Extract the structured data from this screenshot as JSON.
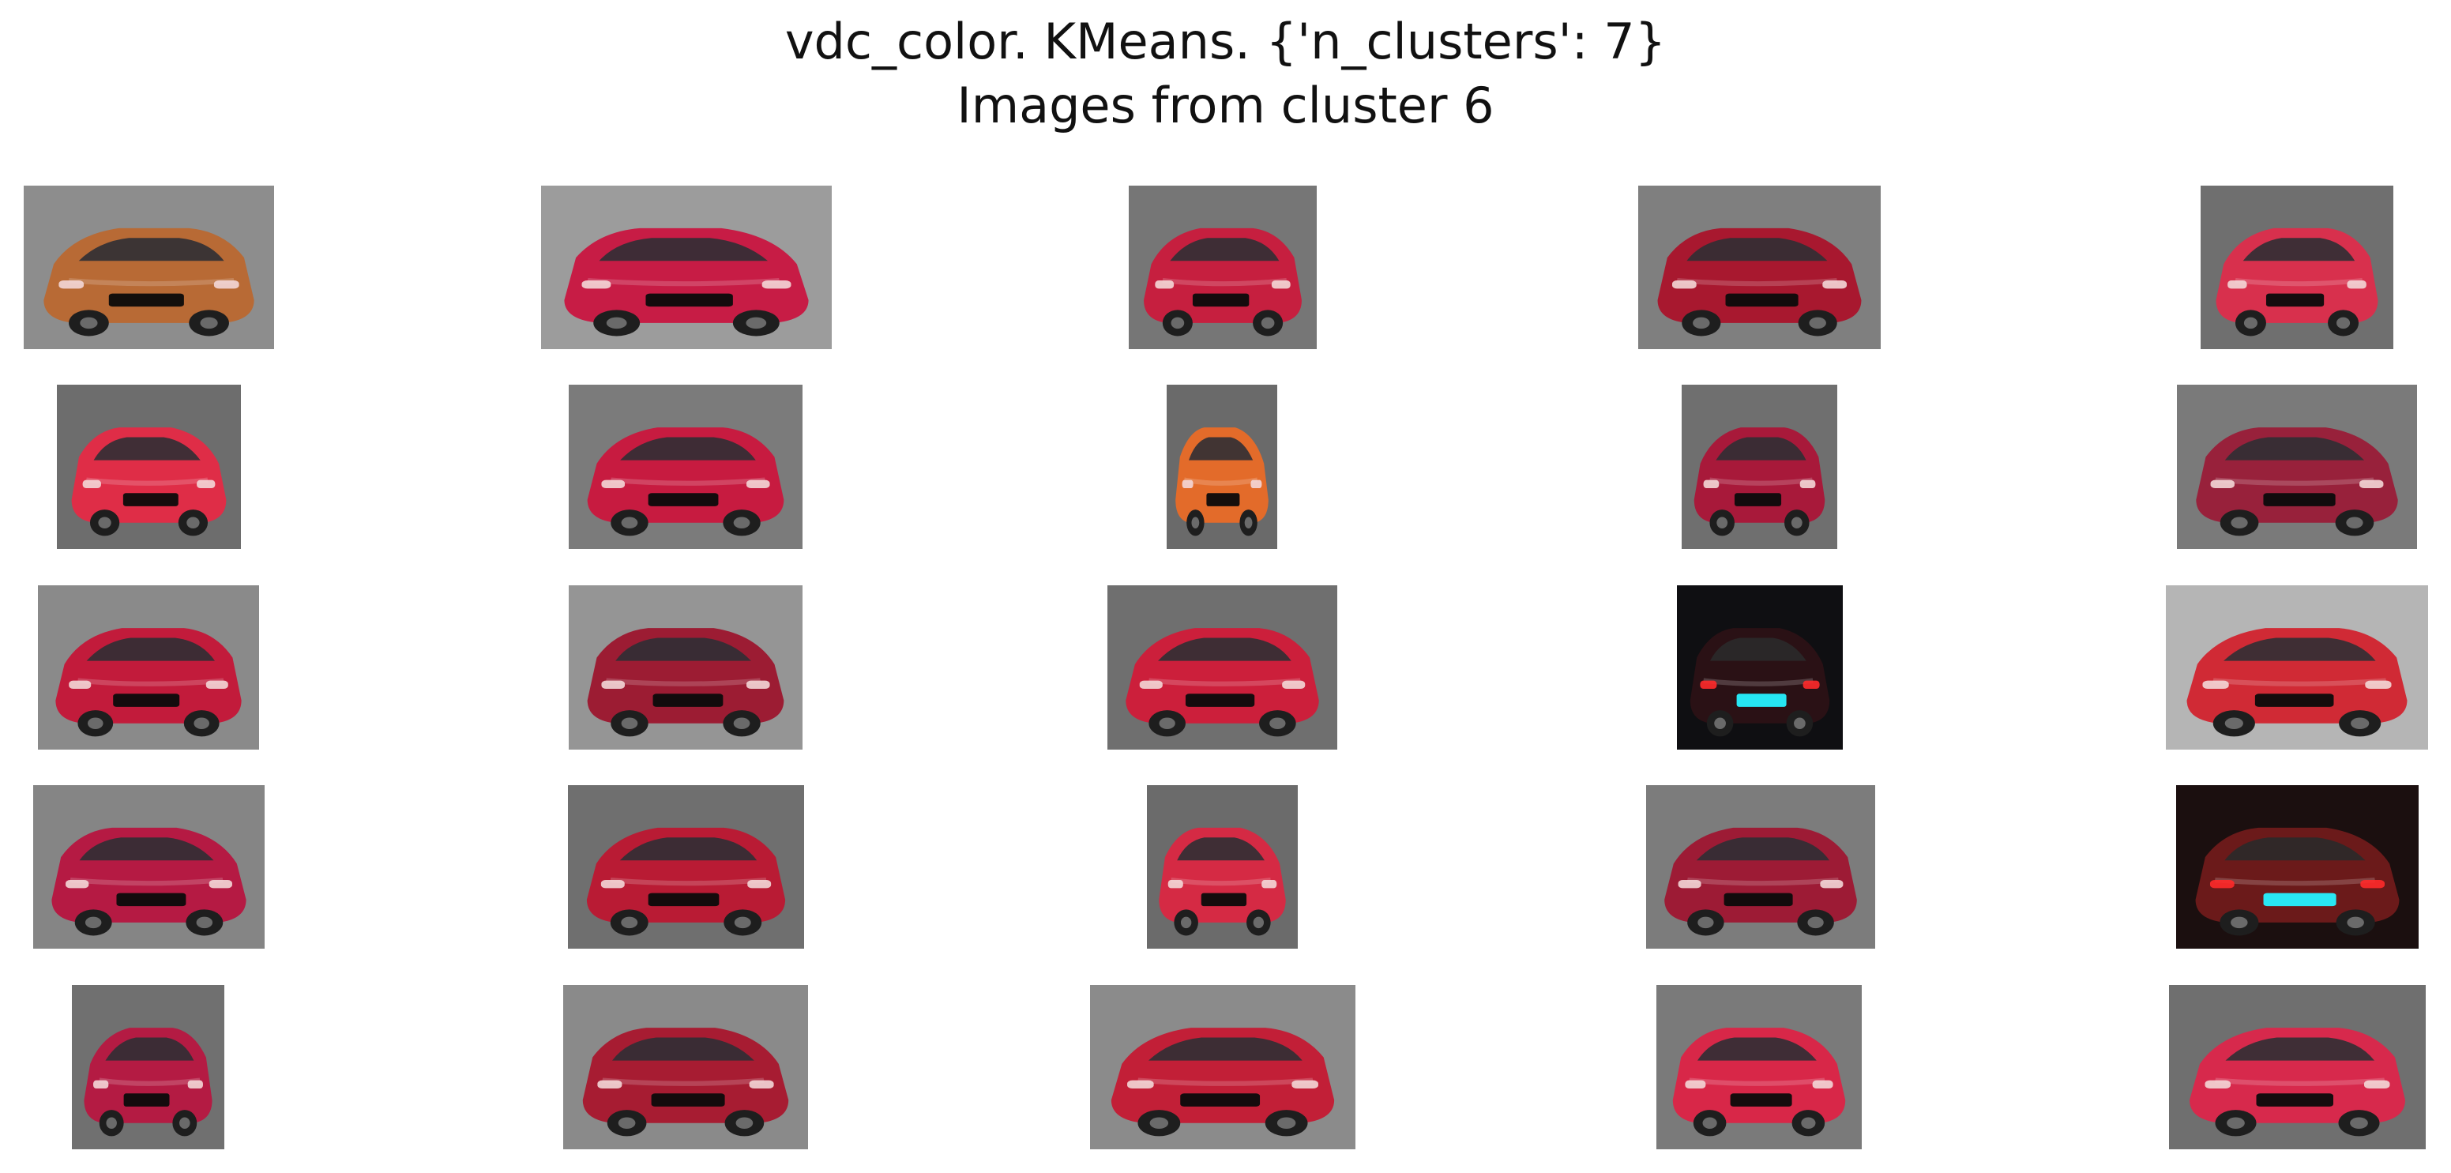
{
  "figure": {
    "title_line_1": "vdc_color. KMeans. {'n_clusters': 7}",
    "title_line_2": "Images from cluster 6"
  },
  "grid": {
    "rows": 5,
    "cols": 5,
    "images": [
      {
        "body": "#b86a35",
        "bg": "#8d8d8d",
        "icon": "car-photo-icon"
      },
      {
        "body": "#c71c45",
        "bg": "#9c9c9c",
        "icon": "car-photo-icon"
      },
      {
        "body": "#c61f3f",
        "bg": "#767676",
        "icon": "car-photo-icon"
      },
      {
        "body": "#a8182f",
        "bg": "#7f7f7f",
        "icon": "car-photo-icon"
      },
      {
        "body": "#d8304d",
        "bg": "#6f6f6f",
        "icon": "car-photo-icon"
      },
      {
        "body": "#df2d47",
        "bg": "#6d6d6d",
        "icon": "car-photo-icon"
      },
      {
        "body": "#c71b40",
        "bg": "#7b7b7b",
        "icon": "car-photo-icon"
      },
      {
        "body": "#e36b2a",
        "bg": "#6a6a6a",
        "icon": "car-photo-icon"
      },
      {
        "body": "#a8193a",
        "bg": "#6f6f6f",
        "icon": "car-photo-icon"
      },
      {
        "body": "#98213b",
        "bg": "#7a7a7a",
        "icon": "car-photo-icon"
      },
      {
        "body": "#c21b3b",
        "bg": "#8a8a8a",
        "icon": "car-photo-icon"
      },
      {
        "body": "#9c1c33",
        "bg": "#959595",
        "icon": "car-photo-icon"
      },
      {
        "body": "#cc1f3b",
        "bg": "#6f6f6f",
        "icon": "car-photo-icon"
      },
      {
        "body": "#2a1115",
        "bg": "#0f0f12",
        "icon": "car-photo-icon"
      },
      {
        "body": "#d02a35",
        "bg": "#b5b5b5",
        "icon": "car-photo-icon"
      },
      {
        "body": "#b51a43",
        "bg": "#858585",
        "icon": "car-photo-icon"
      },
      {
        "body": "#b91b34",
        "bg": "#6f6f6f",
        "icon": "car-photo-icon"
      },
      {
        "body": "#d52a44",
        "bg": "#6b6b6b",
        "icon": "car-photo-icon"
      },
      {
        "body": "#9d1b35",
        "bg": "#7c7c7c",
        "icon": "car-photo-icon"
      },
      {
        "body": "#6b1a1a",
        "bg": "#1b0f0f",
        "icon": "car-photo-icon"
      },
      {
        "body": "#b41b43",
        "bg": "#707070",
        "icon": "car-photo-icon"
      },
      {
        "body": "#a71c32",
        "bg": "#8a8a8a",
        "icon": "car-photo-icon"
      },
      {
        "body": "#c21f37",
        "bg": "#8b8b8b",
        "icon": "car-photo-icon"
      },
      {
        "body": "#d82748",
        "bg": "#7a7a7a",
        "icon": "car-photo-icon"
      },
      {
        "body": "#d7294c",
        "bg": "#6f6f6f",
        "icon": "car-photo-icon"
      }
    ]
  }
}
